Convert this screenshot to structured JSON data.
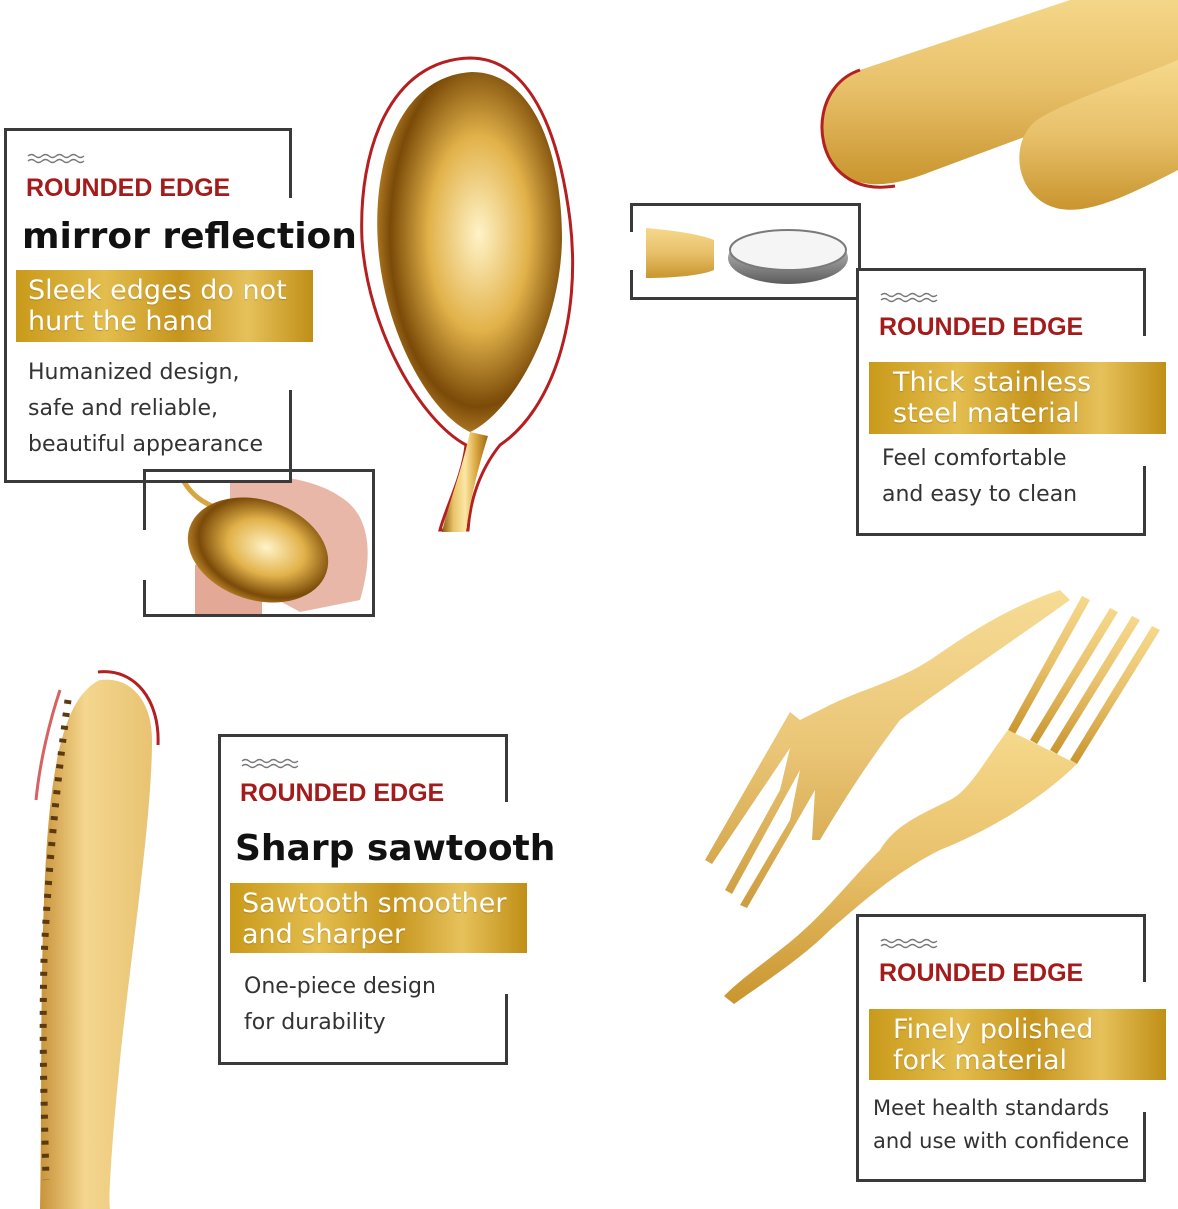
{
  "panels": [
    {
      "tag": "ROUNDED EDGE",
      "headline": "mirror reflection",
      "bar_line1": "Sleek edges do not",
      "bar_line2": "hurt the hand",
      "desc_line1": "Humanized design,",
      "desc_line2": "safe and reliable,",
      "desc_line3": "beautiful appearance"
    },
    {
      "tag": "ROUNDED EDGE",
      "bar_line1": "Thick stainless",
      "bar_line2": "steel material",
      "desc_line1": "Feel comfortable",
      "desc_line2": "and easy to clean"
    },
    {
      "tag": "ROUNDED EDGE",
      "headline": "Sharp sawtooth",
      "bar_line1": "Sawtooth smoother",
      "bar_line2": "and sharper",
      "desc_line1": "One-piece design",
      "desc_line2": "for durability"
    },
    {
      "tag": "ROUNDED EDGE",
      "bar_line1": "Finely polished",
      "bar_line2": "fork material",
      "desc_line1": "Meet health standards",
      "desc_line2": "and use with confidence"
    }
  ],
  "colors": {
    "accent_red": "#a31b1b",
    "gold": "#d4a52c",
    "frame": "#3a3a3a"
  },
  "icons": [
    "wave-lines-icon",
    "spoon-image",
    "spoon-in-hand-image",
    "spoon-handle-image",
    "handle-cross-section-image",
    "knife-image",
    "fork-image"
  ]
}
